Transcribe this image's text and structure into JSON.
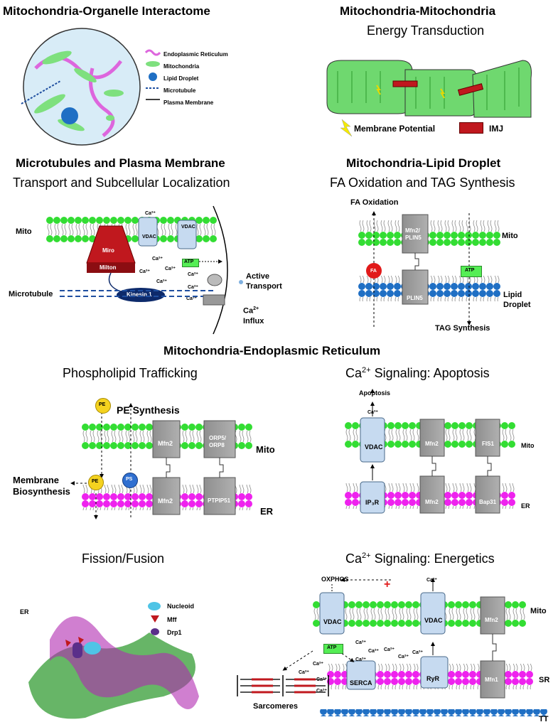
{
  "panels": {
    "interactome": {
      "title": "Mitochondria-Organelle Interactome",
      "legend": [
        "Endoplasmic Reticulum",
        "Mitochondria",
        "Lipid Droplet",
        "Microtubule",
        "Plasma Membrane"
      ]
    },
    "mito_mito": {
      "title": "Mitochondria-Mitochondria",
      "subtitle": "Energy Transduction",
      "legend_potential": "Membrane Potential",
      "legend_imj": "IMJ"
    },
    "microtubule": {
      "title": "Microtubules and Plasma Membrane",
      "subtitle": "Transport and Subcellular Localization",
      "mito": "Mito",
      "microtubule": "Microtubule",
      "miro": "Miro",
      "milton": "Milton",
      "kinesin": "Kinesin 1",
      "vdac": "VDAC",
      "atp": "ATP",
      "ca": "Ca²⁺",
      "active_transport": "Active\nTransport",
      "ca_influx_1": "Ca",
      "ca_influx_sup": "2+",
      "ca_influx_2": "Influx"
    },
    "lipid": {
      "title": "Mitochondria-Lipid Droplet",
      "subtitle": "FA Oxidation and TAG Synthesis",
      "fa_oxidation": "FA Oxidation",
      "mito": "Mito",
      "mfn2_plin5": "Mfn2/\nPLIN5",
      "plin5": "PLIN5",
      "fa": "FA",
      "atp": "ATP",
      "lipid_droplet": "Lipid\nDroplet",
      "tag": "TAG Synthesis"
    },
    "mer": {
      "title": "Mitochondria-Endoplasmic Reticulum"
    },
    "phospholipid": {
      "subtitle": "Phospholipid Trafficking",
      "pe_synthesis": "PE Synthesis",
      "pe": "PE",
      "ps": "PS",
      "membrane_bio": "Membrane\nBiosynthesis",
      "mfn2": "Mfn2",
      "orp": "ORP5/\nORP8",
      "ptpip51": "PTPIP51",
      "mito": "Mito",
      "er": "ER"
    },
    "apoptosis": {
      "subtitle_pre": "Ca",
      "subtitle_sup": "2+",
      "subtitle_post": " Signaling: Apoptosis",
      "apoptosis": "Apoptosis",
      "vdac": "VDAC",
      "mfn2": "Mfn2",
      "fis1": "FIS1",
      "ip3r": "IP₃R",
      "bap31": "Bap31",
      "mito": "Mito",
      "er": "ER",
      "ca": "Ca²⁺"
    },
    "fission": {
      "subtitle": "Fission/Fusion",
      "er": "ER",
      "nucleoid": "Nucleoid",
      "mff": "Mff",
      "drp1": "Drp1"
    },
    "energetics": {
      "subtitle_pre": "Ca",
      "subtitle_sup": "2+",
      "subtitle_post": " Signaling: Energetics",
      "oxphos": "OXPHOS",
      "plus": "+",
      "vdac": "VDAC",
      "mfn2": "Mfn2",
      "atp": "ATP",
      "serca": "SERCA",
      "ryr": "RyR",
      "mfn1": "Mfn1",
      "mito": "Mito",
      "sr": "SR",
      "tt": "TT",
      "sarcomeres": "Sarcomeres",
      "ca": "Ca²⁺"
    }
  },
  "colors": {
    "membrane_green": "#33dd33",
    "membrane_magenta": "#ee22ee",
    "membrane_blue": "#1f6fc4",
    "protein_gray": "#9a9a9a",
    "vdac_blue": "#c6daf0",
    "atp_green": "#55ee55",
    "miro_red": "#c0181e",
    "kinesin_navy": "#0d2a6b"
  }
}
